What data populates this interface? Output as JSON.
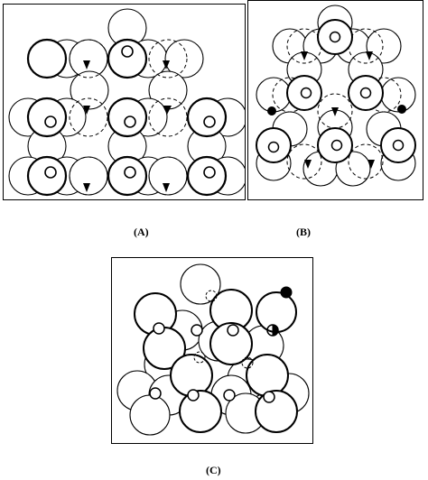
{
  "captions": {
    "a": "(A)",
    "b": "(B)",
    "c": "(C)"
  },
  "colors": {
    "stroke": "#000000",
    "background": "#ffffff"
  }
}
